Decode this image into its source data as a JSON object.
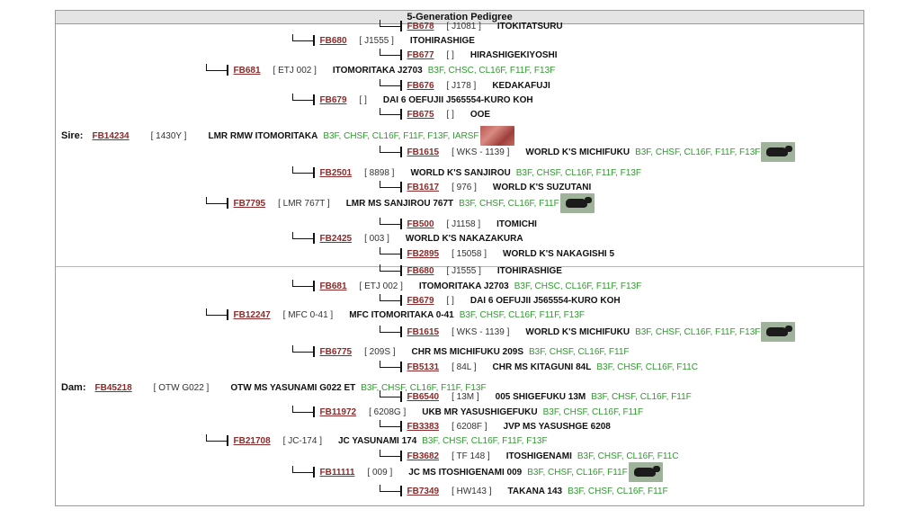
{
  "title": "5-Generation Pedigree",
  "sire_label": "Sire:",
  "dam_label": "Dam:",
  "sire": {
    "id": "FB14234",
    "reg": "[ 1430Y ]",
    "name": "LMR RMW ITOMORITAKA",
    "traits": "B3F, CHSF, CL16F, F11F, F13F, IARSF"
  },
  "dam": {
    "id": "FB45218",
    "reg": "[ OTW G022 ]",
    "name": "OTW MS YASUNAMI G022 ET",
    "traits": "B3F, CHSF, CL16F, F11F, F13F"
  },
  "rows": [
    {
      "id": "FB678",
      "reg": "[ J1081 ]",
      "name": "ITOKITATSURU",
      "traits": ""
    },
    {
      "id": "FB680",
      "reg": "[ J1555 ]",
      "name": "ITOHIRASHIGE",
      "traits": ""
    },
    {
      "id": "FB677",
      "reg": "[ ]",
      "name": "HIRASHIGEKIYOSHI",
      "traits": ""
    },
    {
      "id": "FB681",
      "reg": "[ ETJ 002 ]",
      "name": "ITOMORITAKA J2703",
      "traits": "B3F, CHSC, CL16F, F11F, F13F"
    },
    {
      "id": "FB676",
      "reg": "[ J178 ]",
      "name": "KEDAKAFUJI",
      "traits": ""
    },
    {
      "id": "FB679",
      "reg": "[ ]",
      "name": "DAI 6 OEFUJII J565554-KURO KOH",
      "traits": ""
    },
    {
      "id": "FB675",
      "reg": "[ ]",
      "name": "OOE",
      "traits": ""
    },
    {
      "id": "FB1615",
      "reg": "[ WKS - 1139 ]",
      "name": "WORLD K'S MICHIFUKU",
      "traits": "B3F, CHSF, CL16F, F11F, F13F"
    },
    {
      "id": "FB2501",
      "reg": "[ 8898 ]",
      "name": "WORLD K'S SANJIROU",
      "traits": "B3F, CHSF, CL16F, F11F, F13F"
    },
    {
      "id": "FB1617",
      "reg": "[ 976 ]",
      "name": "WORLD K'S SUZUTANI",
      "traits": ""
    },
    {
      "id": "FB7795",
      "reg": "[ LMR 767T ]",
      "name": "LMR MS SANJIROU 767T",
      "traits": "B3F, CHSF, CL16F, F11F"
    },
    {
      "id": "FB500",
      "reg": "[ J1158 ]",
      "name": "ITOMICHI",
      "traits": ""
    },
    {
      "id": "FB2425",
      "reg": "[ 003 ]",
      "name": "WORLD K'S NAKAZAKURA",
      "traits": ""
    },
    {
      "id": "FB2895",
      "reg": "[ 15058 ]",
      "name": "WORLD K'S NAKAGISHI 5",
      "traits": ""
    },
    {
      "id": "FB680",
      "reg": "[ J1555 ]",
      "name": "ITOHIRASHIGE",
      "traits": ""
    },
    {
      "id": "FB681",
      "reg": "[ ETJ 002 ]",
      "name": "ITOMORITAKA J2703",
      "traits": "B3F, CHSC, CL16F, F11F, F13F"
    },
    {
      "id": "FB679",
      "reg": "[ ]",
      "name": "DAI 6 OEFUJII J565554-KURO KOH",
      "traits": ""
    },
    {
      "id": "FB12247",
      "reg": "[ MFC 0-41 ]",
      "name": "MFC ITOMORITAKA 0-41",
      "traits": "B3F, CHSF, CL16F, F11F, F13F"
    },
    {
      "id": "FB1615",
      "reg": "[ WKS - 1139 ]",
      "name": "WORLD K'S MICHIFUKU",
      "traits": "B3F, CHSF, CL16F, F11F, F13F"
    },
    {
      "id": "FB6775",
      "reg": "[ 209S ]",
      "name": "CHR MS MICHIFUKU 209S",
      "traits": "B3F, CHSF, CL16F, F11F"
    },
    {
      "id": "FB5131",
      "reg": "[ 84L ]",
      "name": "CHR MS KITAGUNI 84L",
      "traits": "B3F, CHSF, CL16F, F11C"
    },
    {
      "id": "FB6540",
      "reg": "[ 13M ]",
      "name": "005 SHIGEFUKU 13M",
      "traits": "B3F, CHSF, CL16F, F11F"
    },
    {
      "id": "FB11972",
      "reg": "[ 6208G ]",
      "name": "UKB MR YASUSHIGEFUKU",
      "traits": "B3F, CHSF, CL16F, F11F"
    },
    {
      "id": "FB3383",
      "reg": "[ 6208F ]",
      "name": "JVP MS YASUSHGE 6208",
      "traits": ""
    },
    {
      "id": "FB21708",
      "reg": "[ JC-174 ]",
      "name": "JC YASUNAMI 174",
      "traits": "B3F, CHSF, CL16F, F11F, F13F"
    },
    {
      "id": "FB3682",
      "reg": "[ TF 148 ]",
      "name": "ITOSHIGENAMI",
      "traits": "B3F, CHSF, CL16F, F11C"
    },
    {
      "id": "FB11111",
      "reg": "[ 009 ]",
      "name": "JC MS ITOSHIGENAMI 009",
      "traits": "B3F, CHSF, CL16F, F11F"
    },
    {
      "id": "FB7349",
      "reg": "[ HW143 ]",
      "name": "TAKANA 143",
      "traits": "B3F, CHSF, CL16F, F11F"
    }
  ]
}
